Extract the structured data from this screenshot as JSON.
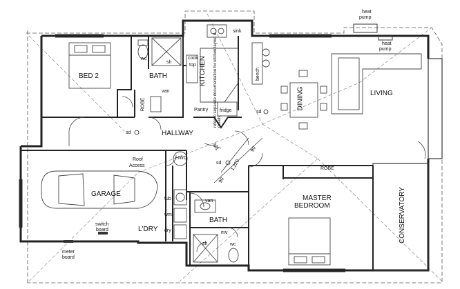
{
  "rooms": {
    "bed2": "BED 2",
    "bath_top": "BATH",
    "kitchen": "KITCHEN",
    "kitchen_note": "refer to separate documentation for kitchen layout & details",
    "dining": "DINING",
    "living": "LIVING",
    "hallway": "HALLWAY",
    "garage": "GARAGE",
    "laundry": "L'DRY",
    "bath_bottom": "BATH",
    "master_bedroom_line1": "MASTER",
    "master_bedroom_line2": "BEDROOM",
    "conservatory": "CONSERVATORY",
    "robe_top": "ROBE",
    "robe_master": "ROBE",
    "pantry": "Pantry"
  },
  "fixtures": {
    "wc_top": "wc",
    "sh_top": "sh",
    "van_top": "van",
    "cook": "cook",
    "top": "top",
    "sink": "sink",
    "bench": "bench",
    "fridge": "fridge",
    "hwc": "HWC",
    "roof_access_line1": "Roof",
    "roof_access_line2": "Access",
    "tub": "tub",
    "wm": "wm",
    "dry": "dry",
    "van_bottom": "van",
    "sh_bottom": "sh",
    "wc_bottom": "wc",
    "mv": "mv",
    "switch_board_line1": "switch",
    "switch_board_line2": "board",
    "meter_board_line1": "meter",
    "meter_board_line2": "board",
    "heat_pump_top_line1": "heat",
    "heat_pump_top_line2": "pump",
    "heat_pump_living_line1": "heat",
    "heat_pump_living_line2": "pump",
    "sd_hall": "sd",
    "sd_dining": "sd",
    "sd_passage": "sd"
  },
  "dimensions": {
    "d301": "301",
    "d90a": "90",
    "d1220": "1,220",
    "d90b": "90"
  }
}
